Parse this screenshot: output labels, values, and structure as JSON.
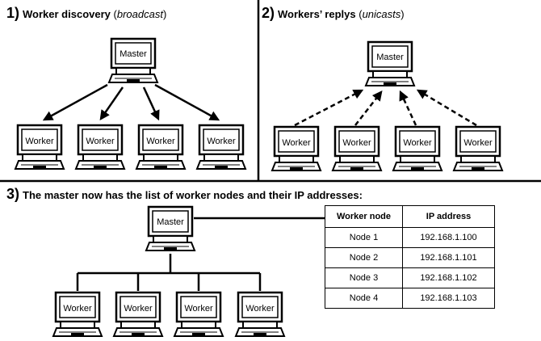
{
  "section1": {
    "number": "1)",
    "title": "Worker discovery",
    "open_paren": "(",
    "note": "broadcast",
    "close_paren": ")"
  },
  "section2": {
    "number": "2)",
    "title": "Workers’ replys",
    "open_paren": "(",
    "note": "unicasts",
    "close_paren": ")"
  },
  "section3": {
    "number": "3)",
    "title": "The master now has the list of worker nodes and their IP addresses:"
  },
  "labels": {
    "master": "Master",
    "worker": "Worker"
  },
  "table": {
    "headers": [
      "Worker node",
      "IP address"
    ],
    "rows": [
      [
        "Node 1",
        "192.168.1.100"
      ],
      [
        "Node 2",
        "192.168.1.101"
      ],
      [
        "Node 3",
        "192.168.1.102"
      ],
      [
        "Node 4",
        "192.168.1.103"
      ]
    ]
  }
}
